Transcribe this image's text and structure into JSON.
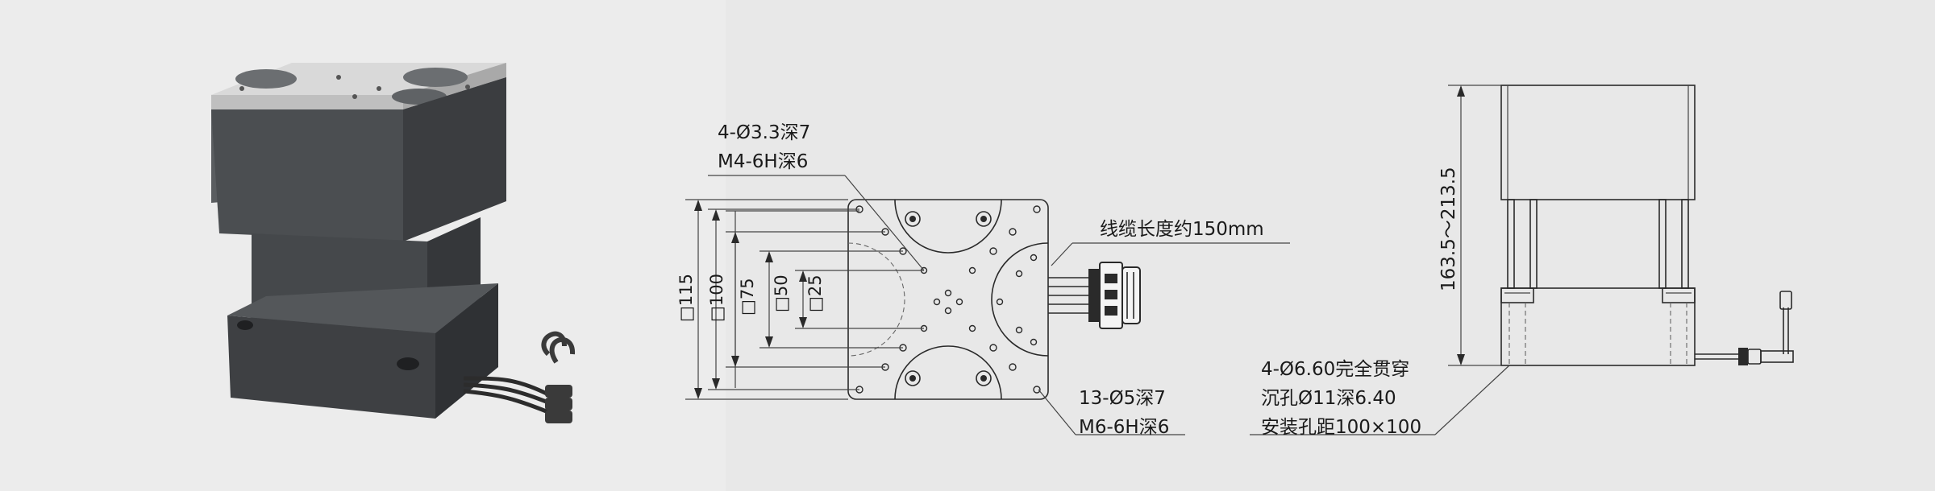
{
  "diagram": {
    "top_view": {
      "labels": {
        "square_115": "□115",
        "square_100": "□100",
        "square_75": "□75",
        "dim_50": "□50",
        "dim_25": "□25",
        "holes_small_a": "4-Ø3.3深7",
        "holes_small_b": "M4-6H深6",
        "holes_large_a": "13-Ø5深7",
        "holes_large_b": "M6-6H深6",
        "cable": "线缆长度约150mm"
      }
    },
    "side_view": {
      "labels": {
        "height": "163.5～213.5",
        "mount_a": "4-Ø6.60完全贯穿",
        "mount_b": "沉孔Ø11深6.40",
        "mount_c": "安装孔距100×100"
      }
    },
    "colors": {
      "background": "#e8e8e8",
      "panel": "#ececec",
      "body_dark": "#3f4143",
      "body_mid": "#55585b",
      "plate": "#dcdcdc"
    }
  }
}
